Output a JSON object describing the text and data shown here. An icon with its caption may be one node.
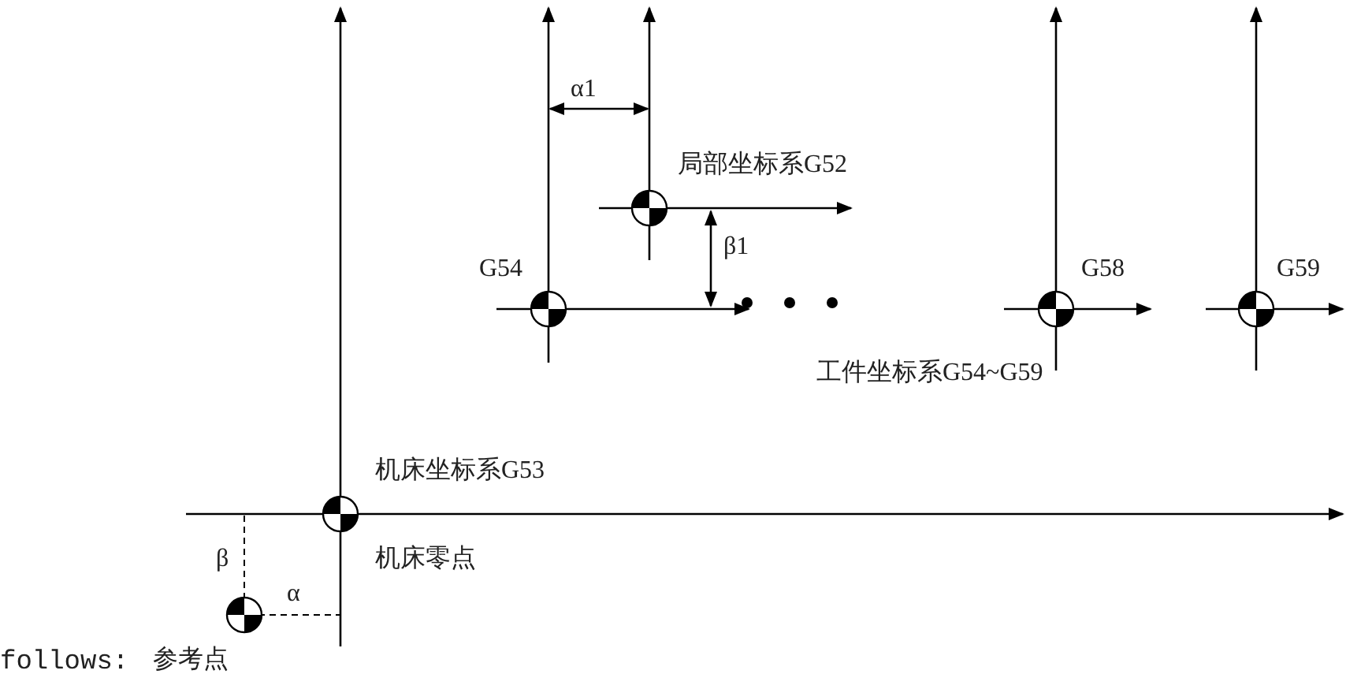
{
  "diagram": {
    "labels": [
      "α1",
      "局部坐标系G52",
      "G54",
      "β1",
      "G58",
      "G59",
      "工件坐标系G54~G59",
      "机床坐标系G53",
      "β",
      "机床零点",
      "α",
      "follows:",
      "参考点"
    ]
  }
}
